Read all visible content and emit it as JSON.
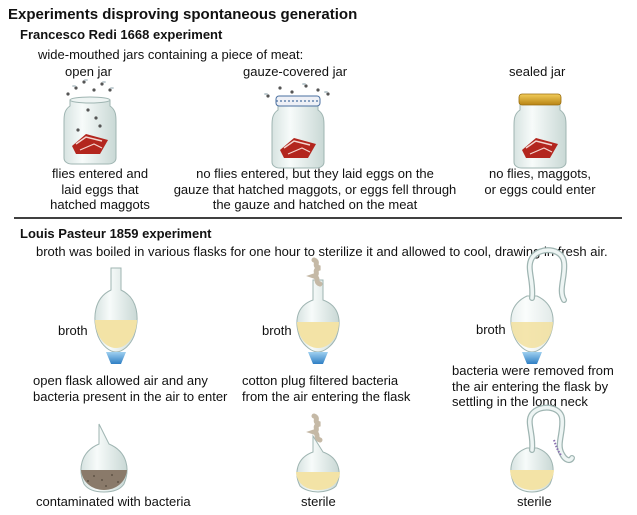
{
  "title": "Experiments disproving spontaneous generation",
  "redi": {
    "heading": "Francesco Redi 1668 experiment",
    "intro": "wide-mouthed jars containing a piece of meat:",
    "jars": [
      {
        "label": "open jar",
        "caption": [
          "flies entered and",
          "laid eggs that",
          "hatched maggots"
        ]
      },
      {
        "label": "gauze-covered jar",
        "caption": [
          "no flies entered, but they laid eggs on the",
          "gauze that hatched maggots, or eggs fell through",
          "the gauze and hatched on the meat"
        ]
      },
      {
        "label": "sealed jar",
        "caption": [
          "no flies, maggots,",
          "or eggs could enter"
        ]
      }
    ]
  },
  "pasteur": {
    "heading": "Louis Pasteur 1859 experiment",
    "intro": "broth was boiled in various flasks for one hour to sterilize it and allowed to cool, drawing in fresh air.",
    "broth_label": "broth",
    "flasks": [
      {
        "caption": [
          "open flask allowed air and any",
          "bacteria present in the air to enter"
        ],
        "result": "contaminated with bacteria"
      },
      {
        "caption": [
          "cotton plug filtered bacteria",
          "from the air entering the flask"
        ],
        "result": "sterile"
      },
      {
        "caption": [
          "bacteria were removed from",
          "the air entering the flask by",
          "settling in the long neck"
        ],
        "result": "sterile"
      }
    ]
  },
  "colors": {
    "glass": "#e8f0ef",
    "glass_edge": "#9fb5b2",
    "broth": "#f3e3a6",
    "contaminated_broth": "#8a7a6a",
    "flame": "#3a8fd0",
    "meat": "#c0392b",
    "lid": "#d9a520",
    "divider": "#000000"
  }
}
